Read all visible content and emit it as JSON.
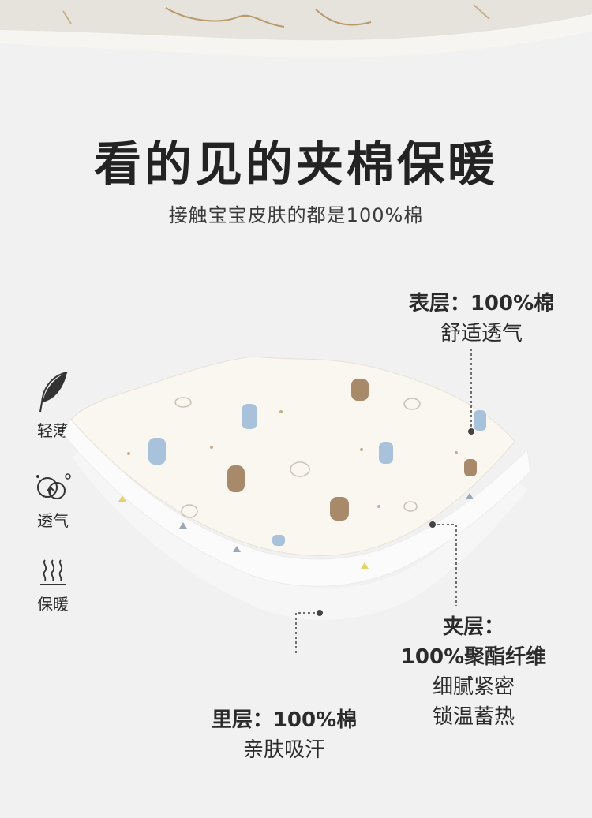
{
  "headline": "看的见的夹棉保暖",
  "subline": "接触宝宝皮肤的都是100%棉",
  "features": [
    {
      "icon": "feather-icon",
      "label": "轻薄"
    },
    {
      "icon": "breathable-icon",
      "label": "透气"
    },
    {
      "icon": "heat-waves-icon",
      "label": "保暖"
    }
  ],
  "layers": {
    "surface": {
      "title": "表层：100%棉",
      "desc": "舒适透气"
    },
    "middle": {
      "title": "夹层：",
      "title2": "100%聚酯纤维",
      "desc": "细腻紧密",
      "desc2": "锁温蓄热"
    },
    "inner": {
      "title": "里层：100%棉",
      "desc": "亲肤吸汗"
    }
  }
}
